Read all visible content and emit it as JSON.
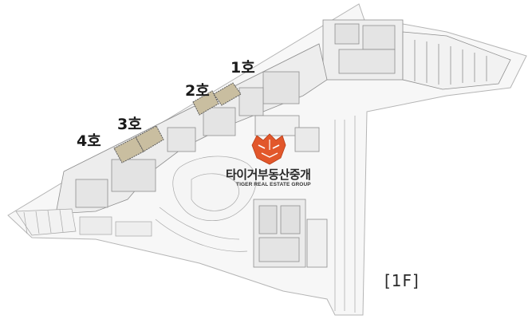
{
  "units": [
    {
      "label": "1호"
    },
    {
      "label": "2호"
    },
    {
      "label": "3호"
    },
    {
      "label": "4호"
    }
  ],
  "logo": {
    "name_ko": "타이거부동산중개",
    "name_en": "TIGER REAL ESTATE GROUP",
    "icon": "tiger-head-icon",
    "color": "#e2572b"
  },
  "floor": {
    "label": "[1F]"
  },
  "colors": {
    "highlight_fill": "#c9bea0",
    "plan_line": "#9a9a9a",
    "plan_fill": "#f4f4f4"
  }
}
